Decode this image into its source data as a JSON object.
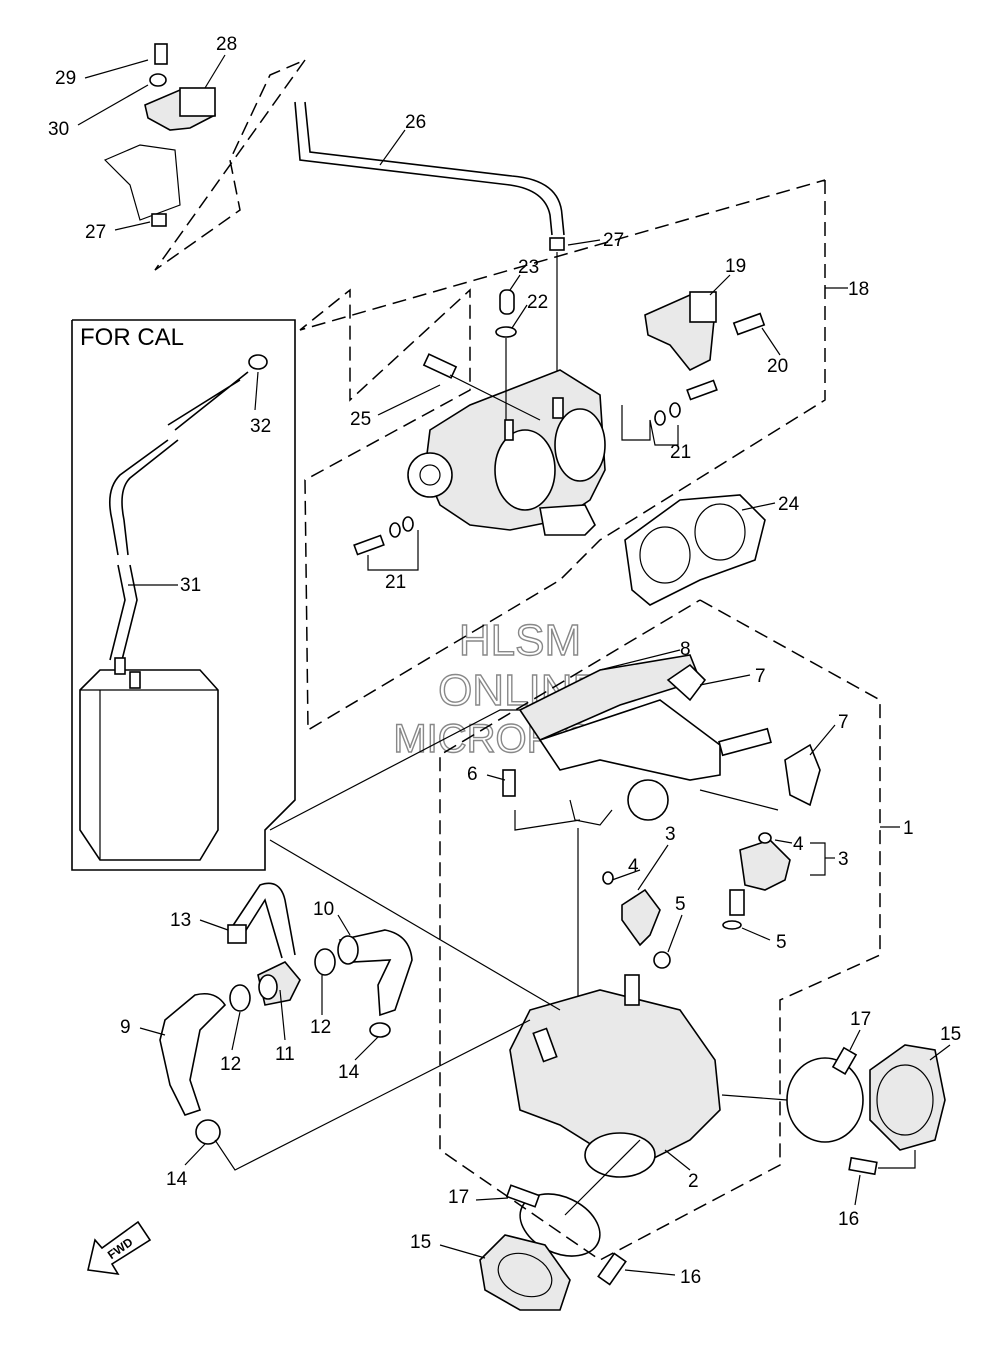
{
  "frame_title": "FOR CAL",
  "watermark": {
    "line1": "HLSM",
    "line2": "ONLINE",
    "line3": "MICROFICHE"
  },
  "fwd_label": "FWD",
  "labels": {
    "l1": "1",
    "l2": "2",
    "l3a": "3",
    "l3b": "3",
    "l4a": "4",
    "l4b": "4",
    "l5a": "5",
    "l5b": "5",
    "l6": "6",
    "l7a": "7",
    "l7b": "7",
    "l8": "8",
    "l9": "9",
    "l10": "10",
    "l11": "11",
    "l12a": "12",
    "l12b": "12",
    "l13": "13",
    "l14a": "14",
    "l14b": "14",
    "l15a": "15",
    "l15b": "15",
    "l16a": "16",
    "l16b": "16",
    "l17a": "17",
    "l17b": "17",
    "l18": "18",
    "l19": "19",
    "l20": "20",
    "l21a": "21",
    "l21b": "21",
    "l22": "22",
    "l23": "23",
    "l24": "24",
    "l25": "25",
    "l26": "26",
    "l27a": "27",
    "l27b": "27",
    "l28": "28",
    "l29": "29",
    "l30": "30",
    "l31": "31",
    "l32": "32"
  }
}
